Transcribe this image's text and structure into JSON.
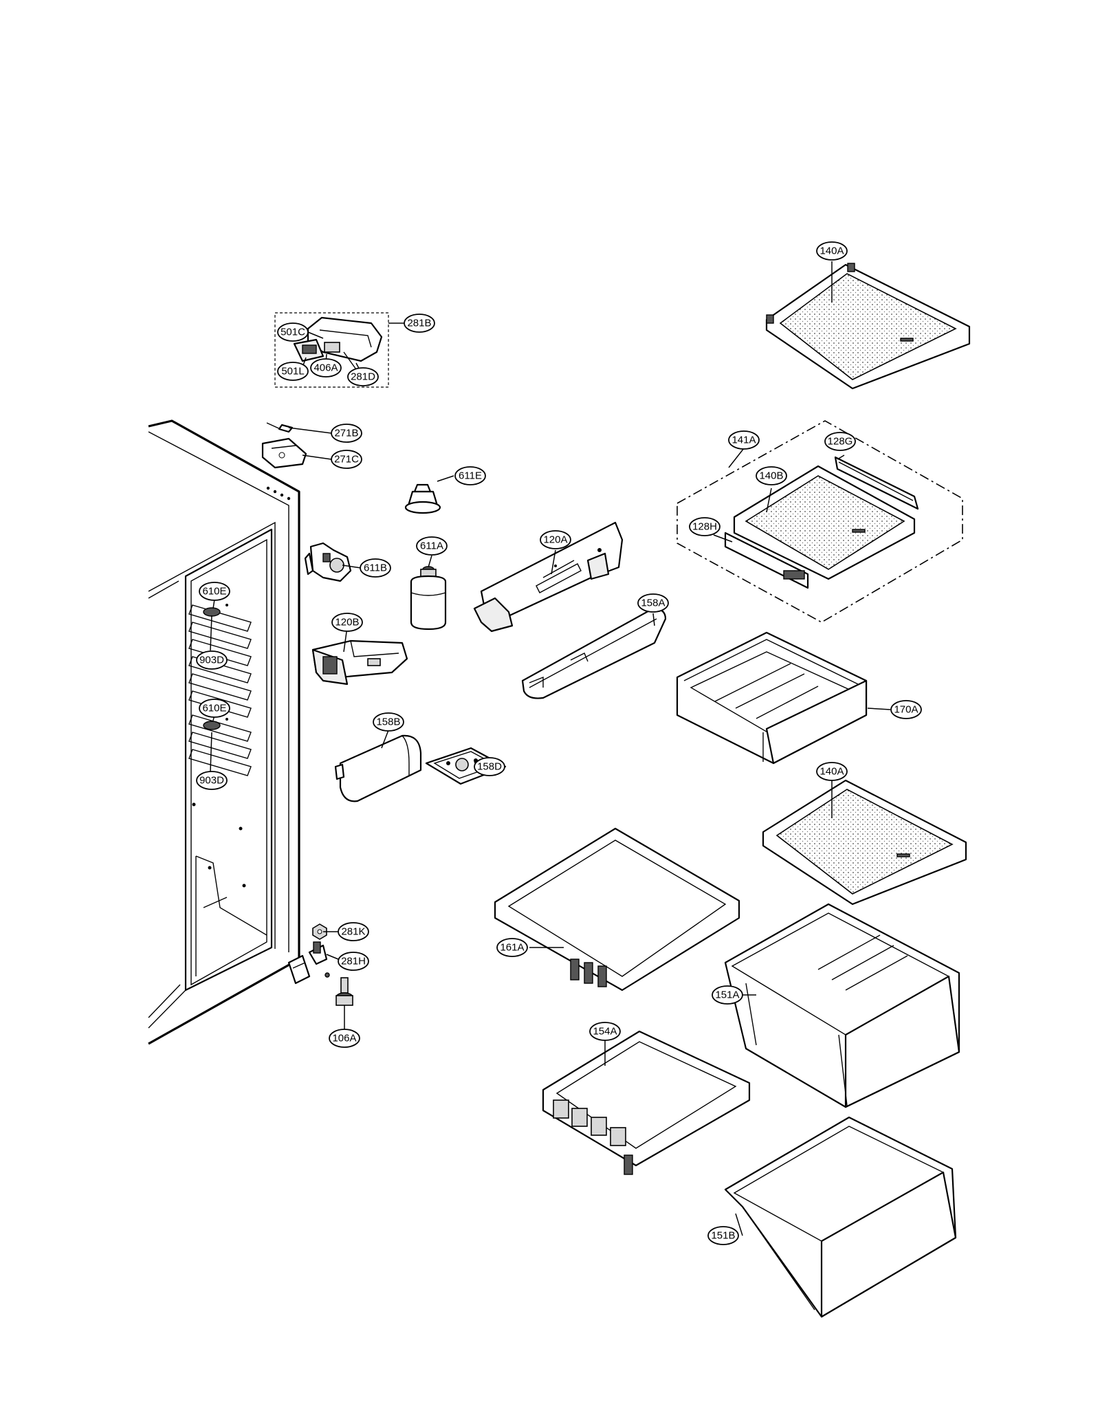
{
  "callouts": [
    {
      "id": "140A_top",
      "label": "140A"
    },
    {
      "id": "281B",
      "label": "281B"
    },
    {
      "id": "501C",
      "label": "501C"
    },
    {
      "id": "501L",
      "label": "501L"
    },
    {
      "id": "406A",
      "label": "406A"
    },
    {
      "id": "281D",
      "label": "281D"
    },
    {
      "id": "271B",
      "label": "271B"
    },
    {
      "id": "271C",
      "label": "271C"
    },
    {
      "id": "611E",
      "label": "611E"
    },
    {
      "id": "141A",
      "label": "141A"
    },
    {
      "id": "128G",
      "label": "128G"
    },
    {
      "id": "140B",
      "label": "140B"
    },
    {
      "id": "128H",
      "label": "128H"
    },
    {
      "id": "120A",
      "label": "120A"
    },
    {
      "id": "611A",
      "label": "611A"
    },
    {
      "id": "611B",
      "label": "611B"
    },
    {
      "id": "610E_top",
      "label": "610E"
    },
    {
      "id": "158A",
      "label": "158A"
    },
    {
      "id": "120B",
      "label": "120B"
    },
    {
      "id": "903D_top",
      "label": "903D"
    },
    {
      "id": "610E_bottom",
      "label": "610E"
    },
    {
      "id": "170A",
      "label": "170A"
    },
    {
      "id": "158B",
      "label": "158B"
    },
    {
      "id": "158D",
      "label": "158D"
    },
    {
      "id": "903D_bottom",
      "label": "903D"
    },
    {
      "id": "140A_middle",
      "label": "140A"
    },
    {
      "id": "281K",
      "label": "281K"
    },
    {
      "id": "161A",
      "label": "161A"
    },
    {
      "id": "281H",
      "label": "281H"
    },
    {
      "id": "151A",
      "label": "151A"
    },
    {
      "id": "106A",
      "label": "106A"
    },
    {
      "id": "154A",
      "label": "154A"
    },
    {
      "id": "151B",
      "label": "151B"
    }
  ]
}
